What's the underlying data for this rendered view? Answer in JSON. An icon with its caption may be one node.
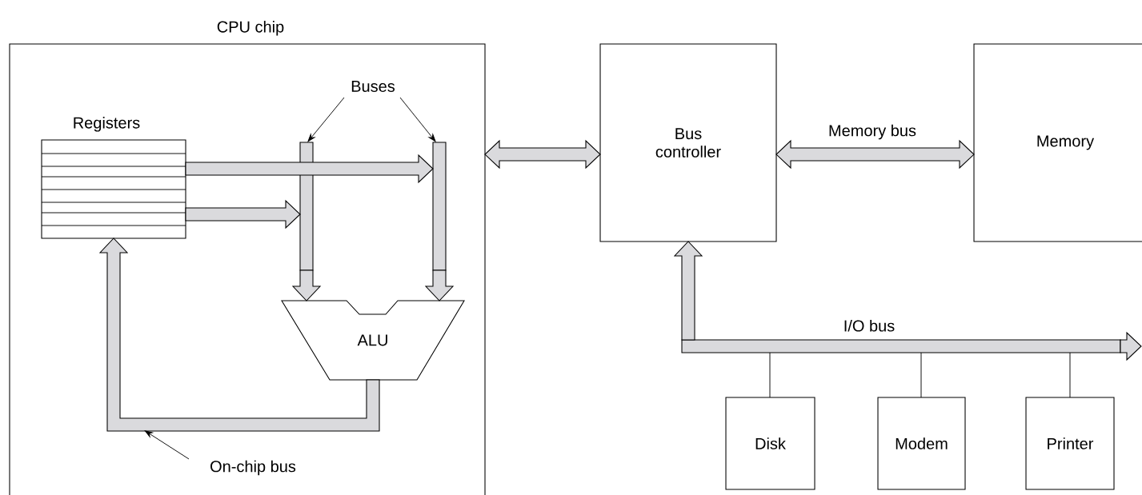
{
  "diagram": {
    "nodes": [
      {
        "text": [
          "CPU chip"
        ]
      },
      {
        "text": [
          "Registers"
        ],
        "in": 0
      },
      {
        "text": [],
        "shape": "bar",
        "in": 0
      },
      {
        "text": [],
        "shape": "bar",
        "in": 0
      },
      {
        "text": [
          "ALU"
        ],
        "in": 0
      },
      {
        "text": [
          "Buses"
        ],
        "in": 0
      },
      {
        "text": [
          "On-chip bus"
        ],
        "in": 0
      },
      {
        "text": [
          "Bus controller"
        ]
      },
      {
        "text": [
          "Memory"
        ]
      },
      {
        "text": [
          "I/O bus"
        ]
      },
      {
        "text": [
          "Disk"
        ]
      },
      {
        "text": [
          "Modem"
        ]
      },
      {
        "text": [
          "Printer"
        ]
      }
    ],
    "edges": [
      {
        "from": 1,
        "to": 3,
        "arrow": "to",
        "style": "thick"
      },
      {
        "from": 1,
        "to": 2,
        "arrow": "to",
        "style": "thick"
      },
      {
        "from": 2,
        "to": 4,
        "arrow": "to",
        "style": "thick"
      },
      {
        "from": 3,
        "to": 4,
        "arrow": "to",
        "style": "thick"
      },
      {
        "from": 4,
        "to": 1,
        "arrow": "to",
        "style": "thick"
      },
      {
        "from": 0,
        "to": 7,
        "arrow": "both",
        "style": "thick"
      },
      {
        "from": 7,
        "to": 8,
        "arrow": "both",
        "style": "thick",
        "label": "Memory bus"
      },
      {
        "from": 9,
        "to": 7,
        "arrow": "to",
        "style": "thick"
      },
      {
        "from": 9,
        "to": null,
        "arrow": "to",
        "style": "thick"
      },
      {
        "from": 10,
        "to": 9,
        "arrow": "none"
      },
      {
        "from": 11,
        "to": 9,
        "arrow": "none"
      },
      {
        "from": 12,
        "to": 9,
        "arrow": "none"
      },
      {
        "from": 5,
        "to": 2,
        "arrow": "to"
      },
      {
        "from": 5,
        "to": 3,
        "arrow": "to"
      },
      {
        "from": 6,
        "to": null,
        "arrow": "to"
      }
    ]
  }
}
